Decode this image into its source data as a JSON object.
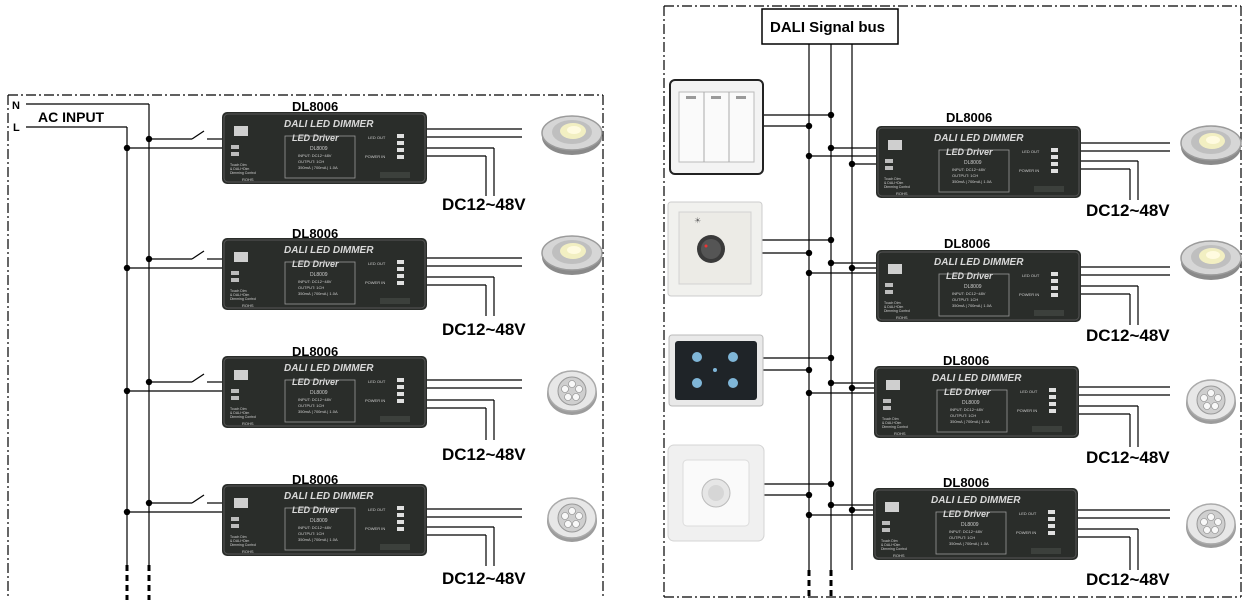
{
  "left_panel": {
    "ac_input_label": "AC INPUT",
    "n_label": "N",
    "l_label": "L"
  },
  "right_panel": {
    "bus_label": "DALI Signal bus"
  },
  "driver": {
    "model_label": "DL8006",
    "brand_title": "DALI LED DIMMER",
    "subtitle": "LED Driver",
    "code": "DL8009",
    "specs_1": "INPUT: DC12~48V",
    "specs_2": "OUTPUT: 1CH",
    "specs_3": "350mA | 700mA | 1.0A",
    "led_out": "LED OUT",
    "power_in": "POWER IN",
    "left_note_1": "Touch Dim",
    "left_note_2": "& DALI+Dim",
    "left_note_3": "Dimming Control",
    "rohs": "ROHS"
  },
  "output_voltage_label": "DC12~48V",
  "colors": {
    "driver_body": "#2a2d2a",
    "line": "#000000",
    "panel_border": "#000000"
  },
  "icons": [
    "wall-switch-panel-icon",
    "rotary-dimmer-icon",
    "touch-panel-icon",
    "motion-sensor-icon",
    "cob-downlight-icon",
    "led-downlight-icon"
  ]
}
